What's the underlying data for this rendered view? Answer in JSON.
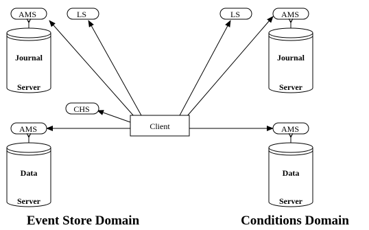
{
  "nodes": {
    "ams_top_left": "AMS",
    "ls_top_left": "LS",
    "ls_top_right": "LS",
    "ams_top_right": "AMS",
    "chs": "CHS",
    "ams_mid_left": "AMS",
    "ams_mid_right": "AMS",
    "client": "Client"
  },
  "databases": {
    "journal_left": {
      "top": "Journal",
      "bottom": "Server"
    },
    "journal_right": {
      "top": "Journal",
      "bottom": "Server"
    },
    "data_left": {
      "top": "Data",
      "bottom": "Server"
    },
    "data_right": {
      "top": "Data",
      "bottom": "Server"
    }
  },
  "domains": {
    "left": "Event Store Domain",
    "right": "Conditions Domain"
  }
}
